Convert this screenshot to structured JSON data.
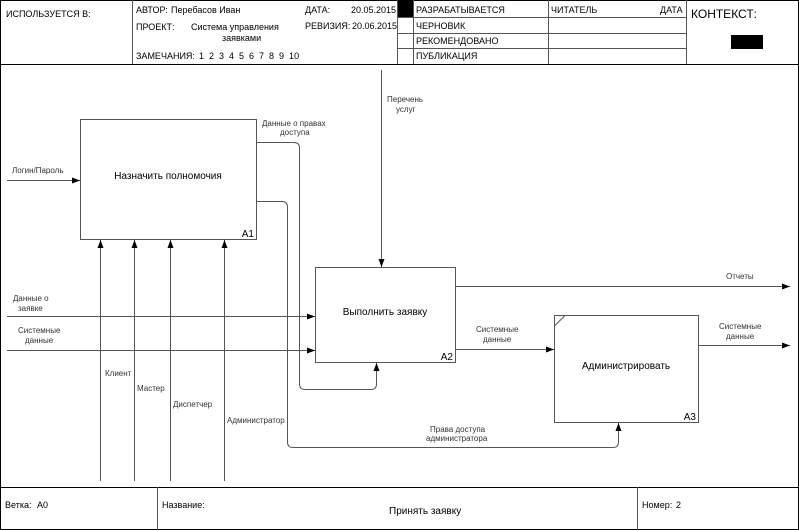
{
  "header": {
    "used_in_label": "ИСПОЛЬЗУЕТСЯ В:",
    "author_label": "АВТОР:",
    "author": "Перебасов Иван",
    "date_label": "ДАТА:",
    "date": "20.05.2015",
    "project_label": "ПРОЕКТ:",
    "project_line1": "Система управления",
    "project_line2": "заявками",
    "revision_label": "РЕВИЗИЯ:",
    "revision": "20.06.2015",
    "notes_label": "ЗАМЕЧАНИЯ:",
    "notes_numbers": "1  2  3  4  5  6  7  8  9  10",
    "statuses": [
      "РАЗРАБАТЫВАЕТСЯ",
      "ЧЕРНОВИК",
      "РЕКОМЕНДОВАНО",
      "ПУБЛИКАЦИЯ"
    ],
    "active_status": "РАЗРАБАТЫВАЕТСЯ",
    "reader_label": "ЧИТАТЕЛЬ",
    "reader_date_label": "ДАТА",
    "context_label": "КОНТЕКСТ:"
  },
  "diagram": {
    "blocks": [
      {
        "id": "A1",
        "title": "Назначить полномочия"
      },
      {
        "id": "A2",
        "title": "Выполнить заявку"
      },
      {
        "id": "A3",
        "title": "Администрировать"
      }
    ],
    "arrows": {
      "login": "Логин/Пароль",
      "access_data_1": "Данные о правах",
      "access_data_2": "доступа",
      "services_1": "Перечень",
      "services_2": "услуг",
      "request_data_1": "Данные о",
      "request_data_2": "заявке",
      "system_data_in_1": "Системные",
      "system_data_in_2": "данные",
      "client": "Клиент",
      "master": "Мастер",
      "dispatcher": "Диспетчер",
      "administrator": "Администратор",
      "reports": "Отчеты",
      "system_data_mid_1": "Системные",
      "system_data_mid_2": "данные",
      "system_data_out_1": "Системные",
      "system_data_out_2": "данные",
      "admin_rights_1": "Права доступа",
      "admin_rights_2": "администратора"
    }
  },
  "footer": {
    "branch_label": "Ветка:",
    "branch": "А0",
    "name_label": "Название:",
    "name": "Принять заявку",
    "number_label": "Номер:",
    "number": "2"
  }
}
